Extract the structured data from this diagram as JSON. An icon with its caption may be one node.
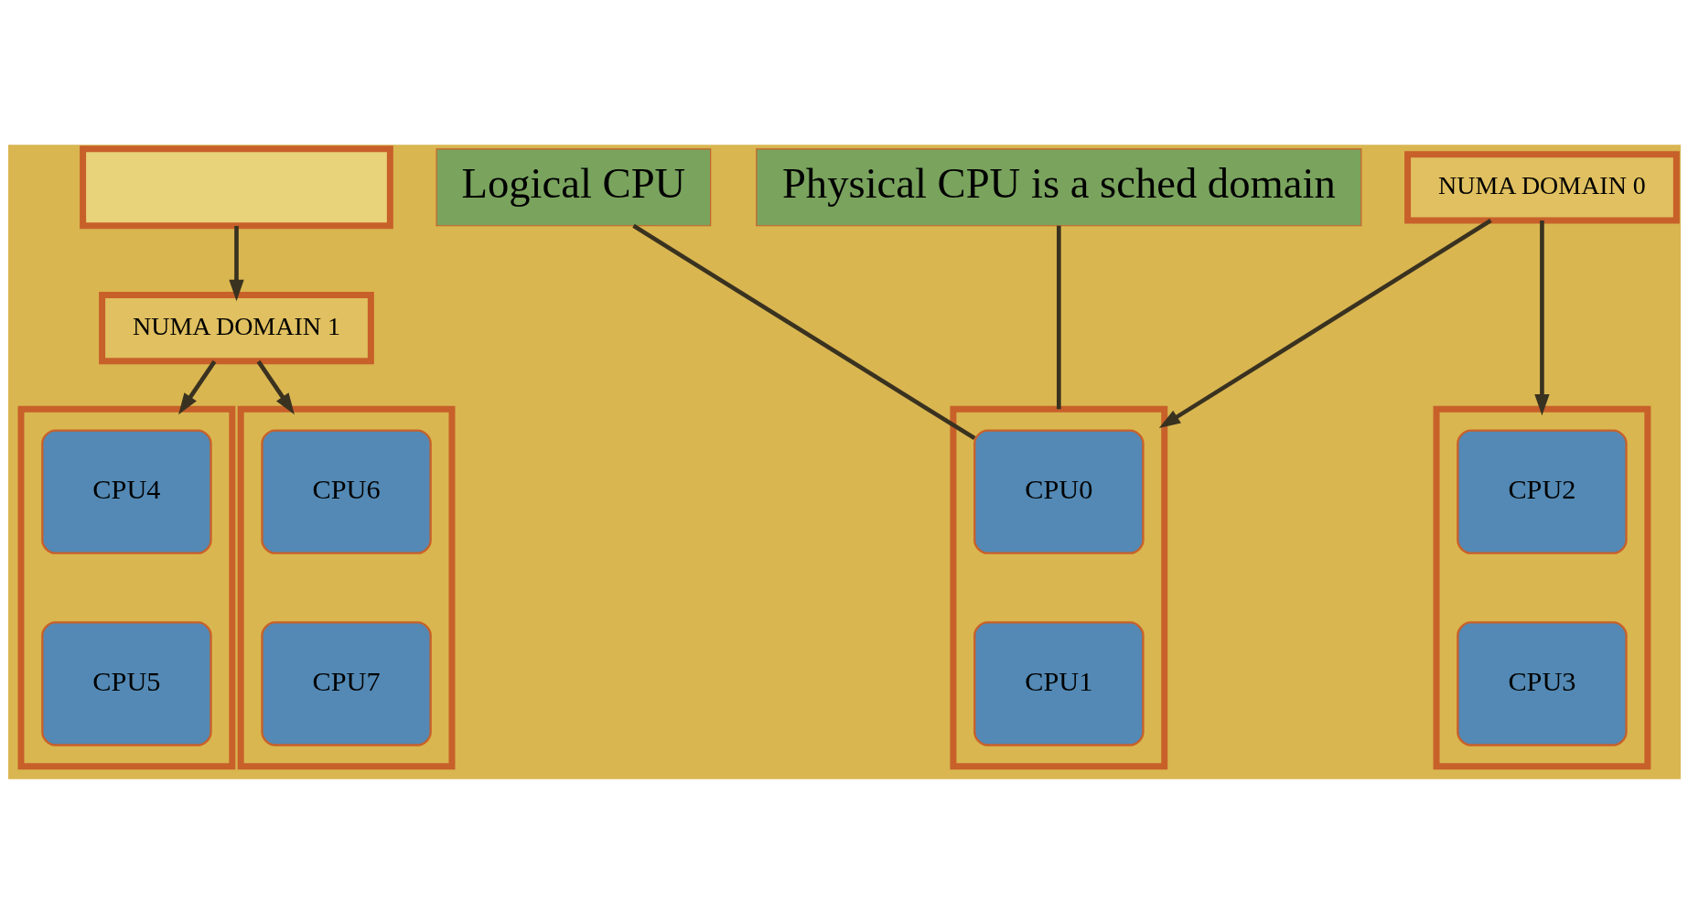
{
  "diagram": {
    "nodes": [
      {
        "text": [],
        "shape": "box"
      },
      {
        "text": [
          "Logical CPU"
        ]
      },
      {
        "text": [
          "Physical CPU is a sched domain"
        ]
      },
      {
        "text": [
          "NUMA DOMAIN 0"
        ]
      },
      {
        "text": [
          "NUMA DOMAIN 1"
        ]
      },
      {
        "text": [],
        "shape": "box"
      },
      {
        "text": [
          "CPU0"
        ],
        "in": 5
      },
      {
        "text": [
          "CPU1"
        ],
        "in": 5
      },
      {
        "text": [],
        "shape": "box"
      },
      {
        "text": [
          "CPU2"
        ],
        "in": 8
      },
      {
        "text": [
          "CPU3"
        ],
        "in": 8
      },
      {
        "text": [],
        "shape": "box"
      },
      {
        "text": [
          "CPU4"
        ],
        "in": 11
      },
      {
        "text": [
          "CPU5"
        ],
        "in": 11
      },
      {
        "text": [],
        "shape": "box"
      },
      {
        "text": [
          "CPU6"
        ],
        "in": 14
      },
      {
        "text": [
          "CPU7"
        ],
        "in": 14
      }
    ],
    "edges": [
      {
        "from": 0,
        "to": 4,
        "arrow": "to"
      },
      {
        "from": 3,
        "to": 5,
        "arrow": "to"
      },
      {
        "from": 3,
        "to": 8,
        "arrow": "to"
      },
      {
        "from": 4,
        "to": 11,
        "arrow": "to"
      },
      {
        "from": 4,
        "to": 14,
        "arrow": "to"
      },
      {
        "from": 1,
        "to": 6,
        "arrow": "none"
      },
      {
        "from": 2,
        "to": 5,
        "arrow": "none"
      }
    ]
  }
}
